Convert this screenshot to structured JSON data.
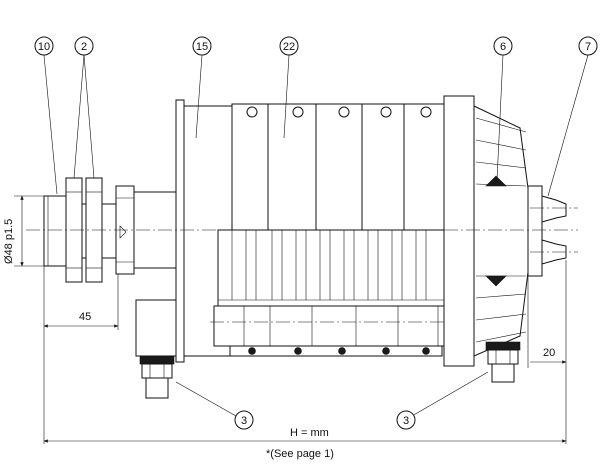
{
  "callouts": {
    "c10": "10",
    "c2": "2",
    "c15": "15",
    "c22": "22",
    "c6": "6",
    "c7": "7",
    "c3_left": "3",
    "c3_right": "3"
  },
  "dimensions": {
    "thread": "Ø48 p1.5",
    "shaft_length": "45",
    "connector_length": "20",
    "overall_height": "H = mm",
    "see_page": "*(See page 1)"
  }
}
